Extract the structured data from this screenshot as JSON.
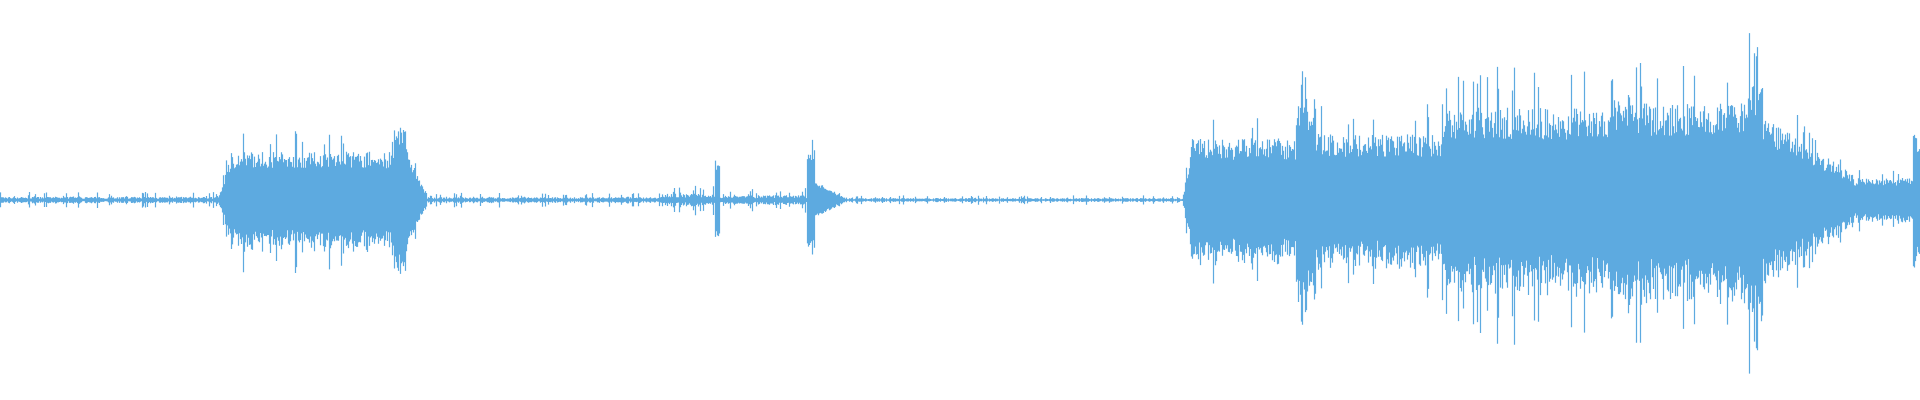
{
  "waveform": {
    "color": "#5DAAE0",
    "background": "#FFFFFF",
    "amplitude_scale": "linear",
    "segments": [
      {
        "id": "quiet-intro",
        "start": 0.0,
        "end": 0.114,
        "level": 0.02,
        "texture": "dotted"
      },
      {
        "id": "swell-1-rise",
        "start": 0.114,
        "end": 0.12,
        "level_from": 0.02,
        "level_to": 0.21,
        "texture": "dense"
      },
      {
        "id": "swell-1-body",
        "start": 0.12,
        "end": 0.205,
        "level": 0.22,
        "texture": "dense"
      },
      {
        "id": "swell-1-peak",
        "start": 0.205,
        "end": 0.212,
        "level": 0.33,
        "texture": "dense"
      },
      {
        "id": "swell-1-decay",
        "start": 0.212,
        "end": 0.222,
        "level_from": 0.23,
        "level_to": 0.02,
        "texture": "dense"
      },
      {
        "id": "quiet-mid-1",
        "start": 0.222,
        "end": 0.343,
        "level": 0.018,
        "texture": "dotted"
      },
      {
        "id": "chatter",
        "start": 0.343,
        "end": 0.372,
        "level": 0.04,
        "texture": "dotted"
      },
      {
        "id": "click-1",
        "start": 0.372,
        "end": 0.375,
        "level": 0.18,
        "texture": "dense"
      },
      {
        "id": "chatter-2",
        "start": 0.375,
        "end": 0.42,
        "level": 0.03,
        "texture": "dotted"
      },
      {
        "id": "click-2",
        "start": 0.42,
        "end": 0.424,
        "level": 0.24,
        "texture": "dense"
      },
      {
        "id": "click-2-tail",
        "start": 0.424,
        "end": 0.44,
        "level_from": 0.09,
        "level_to": 0.01,
        "texture": "dense"
      },
      {
        "id": "quiet-mid-2",
        "start": 0.44,
        "end": 0.616,
        "level": 0.012,
        "texture": "dotted"
      },
      {
        "id": "swell-2-rise",
        "start": 0.616,
        "end": 0.62,
        "level_from": 0.02,
        "level_to": 0.24,
        "texture": "dense"
      },
      {
        "id": "swell-2-body",
        "start": 0.62,
        "end": 0.675,
        "level": 0.28,
        "texture": "dense"
      },
      {
        "id": "swell-2-peak",
        "start": 0.675,
        "end": 0.685,
        "level": 0.46,
        "texture": "dense"
      },
      {
        "id": "swell-2-body-b",
        "start": 0.685,
        "end": 0.752,
        "level": 0.3,
        "texture": "dense"
      },
      {
        "id": "swell-3",
        "start": 0.752,
        "end": 0.84,
        "level": 0.42,
        "texture": "dense"
      },
      {
        "id": "swell-3-peak",
        "start": 0.84,
        "end": 0.85,
        "level": 0.48,
        "texture": "dense"
      },
      {
        "id": "swell-3-b",
        "start": 0.85,
        "end": 0.91,
        "level": 0.44,
        "texture": "dense"
      },
      {
        "id": "swell-3-peak-2",
        "start": 0.91,
        "end": 0.918,
        "level": 0.54,
        "texture": "dense"
      },
      {
        "id": "swell-3-decay",
        "start": 0.918,
        "end": 0.965,
        "level_from": 0.38,
        "level_to": 0.12,
        "texture": "dense"
      },
      {
        "id": "tail",
        "start": 0.965,
        "end": 0.996,
        "level": 0.1,
        "texture": "dense"
      },
      {
        "id": "end-burst",
        "start": 0.996,
        "end": 1.0,
        "level": 0.3,
        "texture": "dense"
      }
    ],
    "seed": 7
  }
}
